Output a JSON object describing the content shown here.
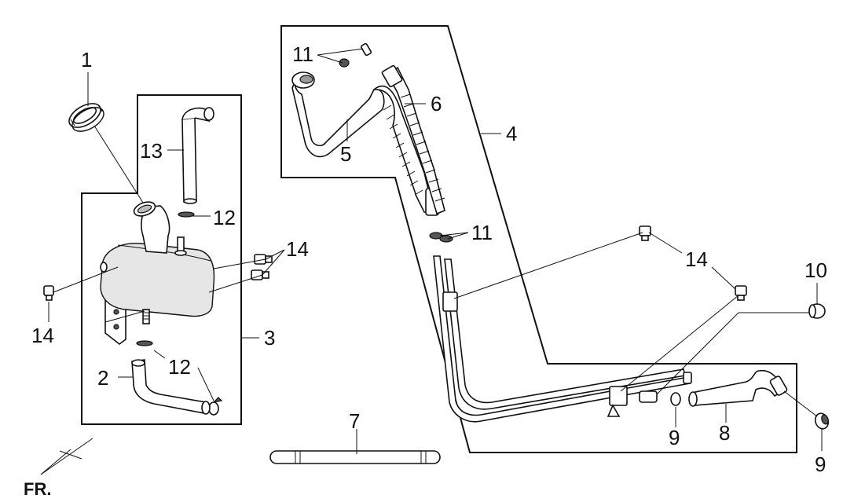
{
  "labels": {
    "l1": "1",
    "l2": "2",
    "l3": "3",
    "l4": "4",
    "l5": "5",
    "l6": "6",
    "l7": "7",
    "l8": "8",
    "l9a": "9",
    "l9b": "9",
    "l10": "10",
    "l11a": "11",
    "l11b": "11",
    "l12a": "12",
    "l12b": "12",
    "l13": "13",
    "l14a": "14",
    "l14b": "14",
    "l14c": "14"
  },
  "direction_marker": "FR."
}
